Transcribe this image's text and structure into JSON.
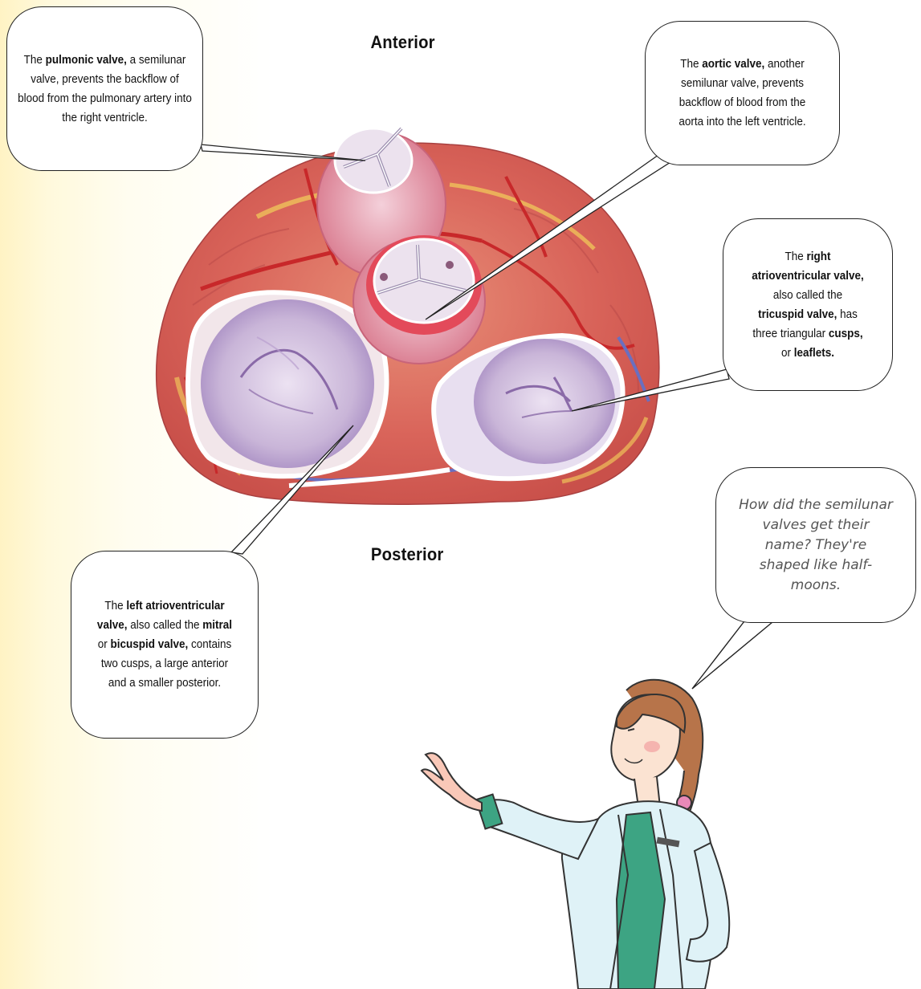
{
  "labels": {
    "anterior": "Anterior",
    "posterior": "Posterior"
  },
  "callouts": {
    "pulmonic": {
      "t1": "The ",
      "b1": "pulmonic valve,",
      "t2": " a semilunar valve, prevents the backflow of blood from the pulmonary artery into the right ventricle."
    },
    "aortic": {
      "t1": "The ",
      "b1": "aortic valve,",
      "t2": " another semilunar valve, prevents backflow of blood from the aorta into the left ventricle."
    },
    "tricuspid": {
      "t1": "The ",
      "b1": "right atrioventricular valve,",
      "t2": " also called the ",
      "b2": "tricuspid valve,",
      "t3": " has three triangular ",
      "b3": "cusps,",
      "t4": " or ",
      "b4": "leaflets."
    },
    "mitral": {
      "t1": "The ",
      "b1": "left atrioventricular valve,",
      "t2": " also called the ",
      "b2": "mitral",
      "t3": " or ",
      "b3": "bicuspid valve,",
      "t4": " contains two cusps, a large anterior and a smaller posterior."
    }
  },
  "speech": {
    "text": "How did the semilunar valves get their name? They're shaped like half-moons."
  },
  "colors": {
    "muscle": "#d9645a",
    "artery": "#c8282a",
    "vein": "#6a6fc0",
    "valve_ring": "#e88ea0",
    "cusp": "#c9b5d8"
  }
}
